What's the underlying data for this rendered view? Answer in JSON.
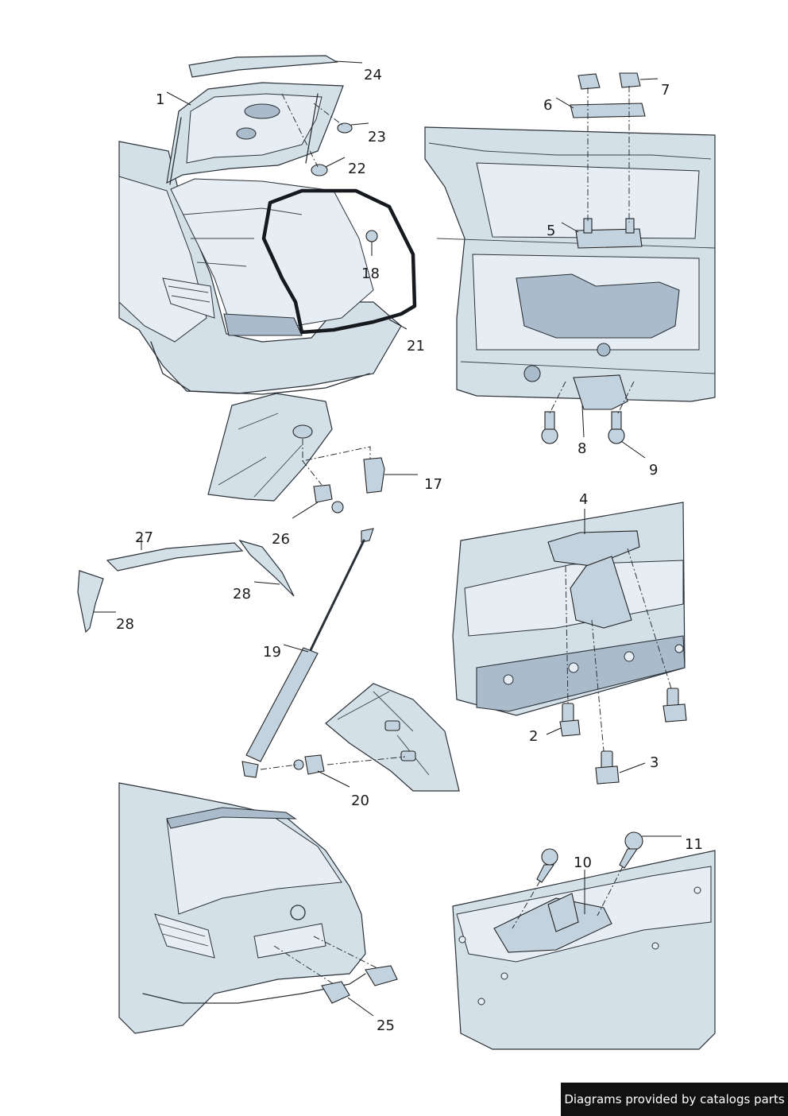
{
  "footer": {
    "credit": "Diagrams provided by catalogs parts"
  },
  "callouts": [
    "1",
    "2",
    "3",
    "4",
    "5",
    "6",
    "7",
    "8",
    "9",
    "10",
    "11",
    "17",
    "18",
    "19",
    "20",
    "21",
    "22",
    "23",
    "24",
    "25",
    "26",
    "27",
    "28",
    "28"
  ]
}
